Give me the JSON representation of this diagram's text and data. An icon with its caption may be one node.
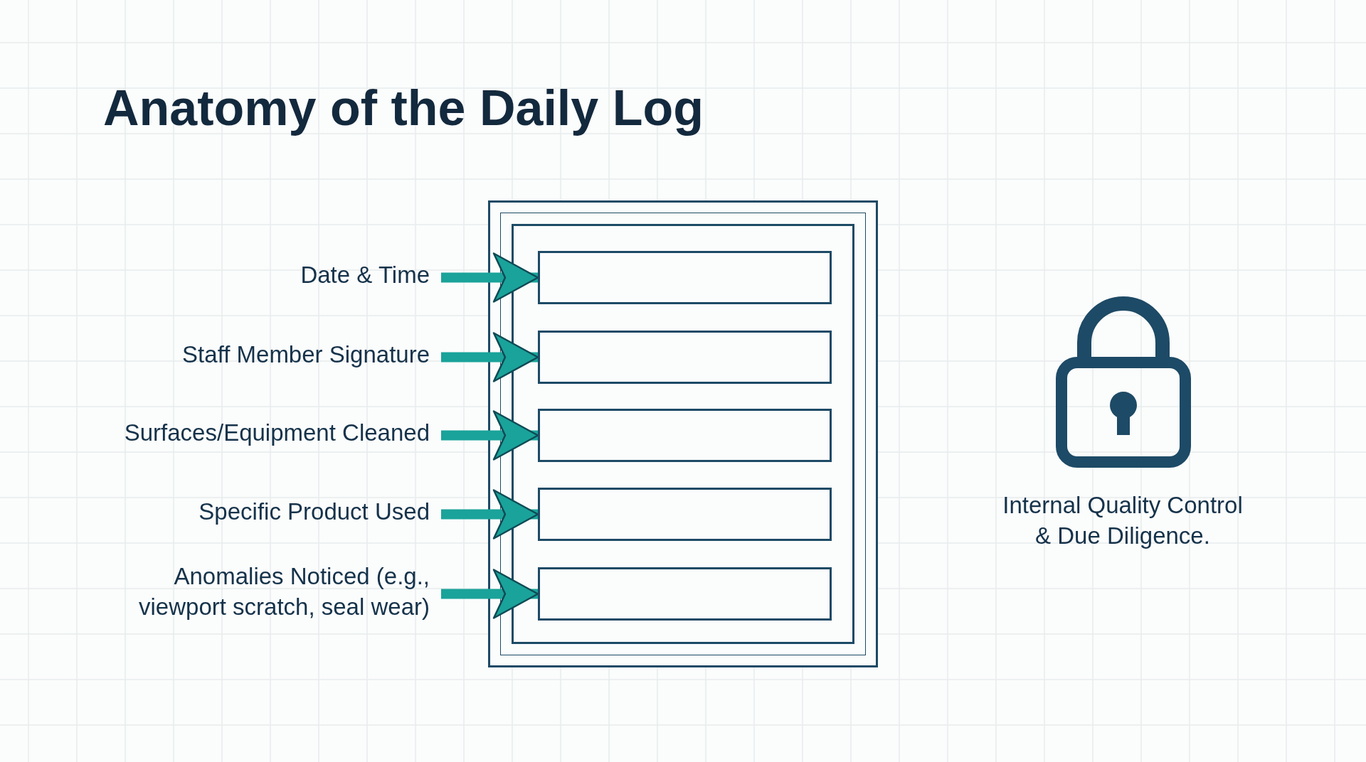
{
  "diagram": {
    "title": "Anatomy of the Daily Log",
    "nodes": [
      {
        "text": [],
        "shape": "box"
      },
      {
        "text": [],
        "shape": "box",
        "in": 0
      },
      {
        "text": [],
        "shape": "box",
        "in": 0
      },
      {
        "text": [],
        "shape": "box",
        "in": 0
      },
      {
        "text": [],
        "shape": "box",
        "in": 0
      },
      {
        "text": [],
        "shape": "box",
        "in": 0
      },
      {
        "text": [
          "Date & Time"
        ]
      },
      {
        "text": [
          "Staff Member Signature"
        ]
      },
      {
        "text": [
          "Surfaces/Equipment Cleaned"
        ]
      },
      {
        "text": [
          "Specific Product Used"
        ]
      },
      {
        "text": [
          "Anomalies Noticed (e.g., viewport scratch, seal wear)"
        ]
      }
    ],
    "edges": [
      {
        "from": 6,
        "to": 1,
        "arrow": "to"
      },
      {
        "from": 7,
        "to": 2,
        "arrow": "to"
      },
      {
        "from": 8,
        "to": 3,
        "arrow": "to"
      },
      {
        "from": 9,
        "to": 4,
        "arrow": "to"
      },
      {
        "from": 10,
        "to": 5,
        "arrow": "to"
      }
    ],
    "labels": [
      "Internal Quality Control & Due Diligence."
    ]
  }
}
